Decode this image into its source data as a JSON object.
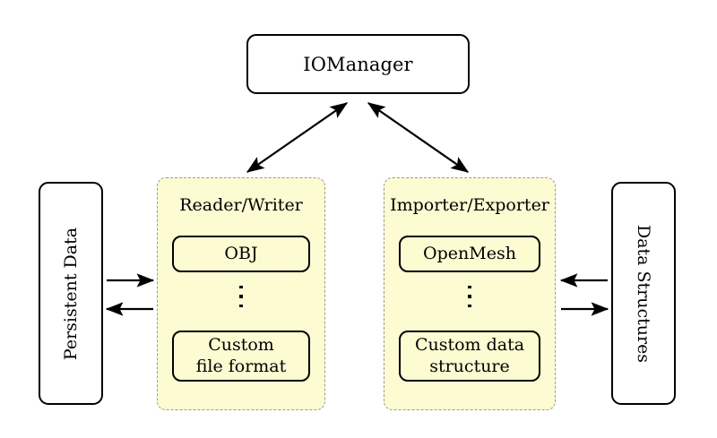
{
  "diagram": {
    "title_node": {
      "label": "IOManager"
    },
    "left_node": {
      "label": "Persistent Data"
    },
    "right_node": {
      "label": "Data Structures"
    },
    "groups": [
      {
        "id": "reader-writer",
        "title": "Reader/Writer",
        "items": [
          {
            "label_line1": "OBJ",
            "label_line2": ""
          },
          {
            "label_line1": "Custom",
            "label_line2": "file format"
          }
        ],
        "ellipsis": "vertical-dots"
      },
      {
        "id": "importer-exporter",
        "title": "Importer/Exporter",
        "items": [
          {
            "label_line1": "OpenMesh",
            "label_line2": ""
          },
          {
            "label_line1": "Custom data",
            "label_line2": "structure"
          }
        ],
        "ellipsis": "vertical-dots"
      }
    ],
    "connections": [
      {
        "name": "manager-to-reader-writer",
        "kind": "double-arrow"
      },
      {
        "name": "manager-to-importer-exporter",
        "kind": "double-arrow"
      },
      {
        "name": "persistent-data-to-reader-writer",
        "kind": "arrow-right"
      },
      {
        "name": "reader-writer-to-persistent-data",
        "kind": "arrow-left"
      },
      {
        "name": "data-structures-to-importer-exporter",
        "kind": "arrow-left"
      },
      {
        "name": "importer-exporter-to-data-structures",
        "kind": "arrow-right"
      }
    ]
  },
  "colors": {
    "group_fill": "#fcfbd2",
    "group_border": "#9a9a9a",
    "node_border": "#000000",
    "node_fill": "#ffffff",
    "stroke": "#000000"
  }
}
